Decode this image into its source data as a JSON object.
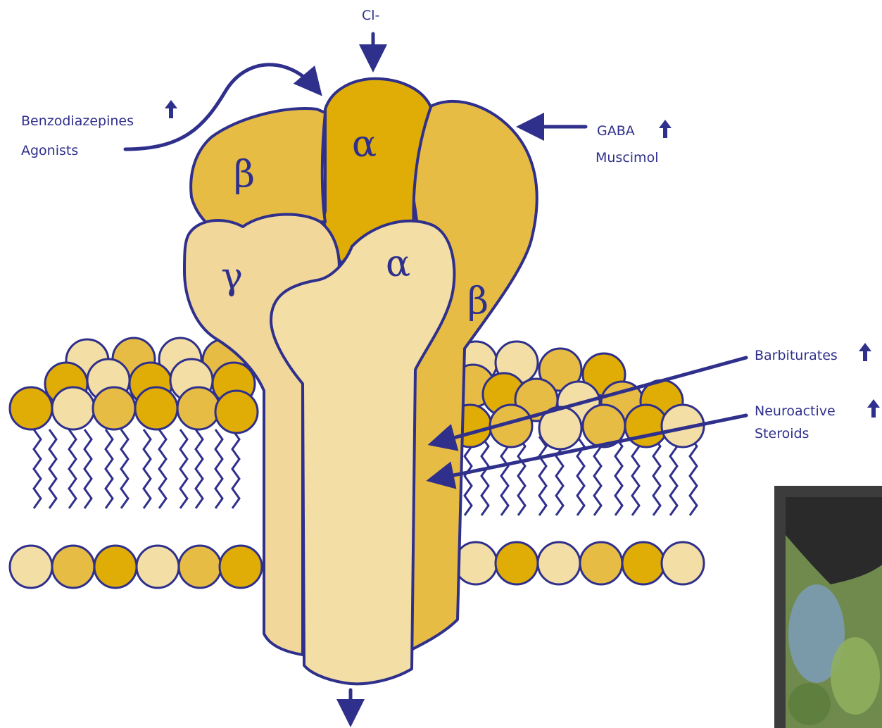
{
  "ion": "Cl-",
  "subunits": {
    "alpha_top": "α",
    "alpha_front": "α",
    "beta_left": "β",
    "beta_right": "β",
    "gamma": "γ"
  },
  "labels": {
    "benzodiazepines": "Benzodiazepines",
    "agonists": "Agonists",
    "gaba": "GABA",
    "muscimol": "Muscimol",
    "barbiturates": "Barbiturates",
    "neuroactive": "Neuroactive",
    "steroids": "Steroids"
  },
  "colors": {
    "outline": "#2f2f8c",
    "dark_gold": "#e0ad06",
    "mid_gold": "#e6bc45",
    "light_tan": "#f1d89a",
    "pale_tan": "#f3dfa6",
    "tail_fill": "#fbe9c4"
  }
}
